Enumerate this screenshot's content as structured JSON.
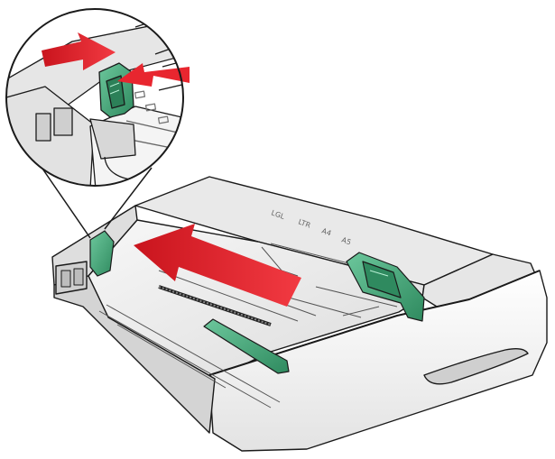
{
  "illustration": {
    "subject": "paper-tray",
    "colors": {
      "arrow": "#e8262f",
      "guide": "#3fa77b",
      "guide_dark": "#1f6d4c",
      "tray_light": "#f2f2f2",
      "tray_mid": "#d9d9d9",
      "outline": "#1a1a1a"
    },
    "tray_size_marks": [
      "LGL",
      "LTR",
      "A4",
      "A5"
    ]
  }
}
